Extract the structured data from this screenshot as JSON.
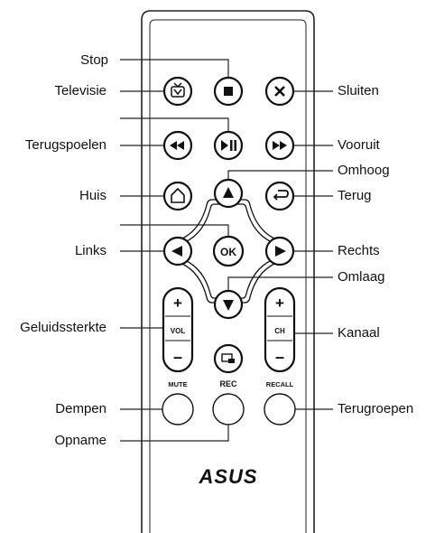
{
  "callouts": {
    "stop": "Stop",
    "televisie": "Televisie",
    "sluiten": "Sluiten",
    "terugspoelen": "Terugspoelen",
    "vooruit": "Vooruit",
    "omhoog": "Omhoog",
    "huis": "Huis",
    "terug": "Terug",
    "links": "Links",
    "rechts": "Rechts",
    "omlaag": "Omlaag",
    "geluidssterkte": "Geluidssterkte",
    "kanaal": "Kanaal",
    "dempen": "Dempen",
    "terugroepen": "Terugroepen",
    "opname": "Opname"
  },
  "remote": {
    "ok_label": "OK",
    "vol_label": "VOL",
    "ch_label": "CH",
    "plus": "+",
    "minus": "–",
    "mute_label": "MUTE",
    "rec_label": "REC",
    "recall_label": "RECALL",
    "brand": "ASUS"
  }
}
